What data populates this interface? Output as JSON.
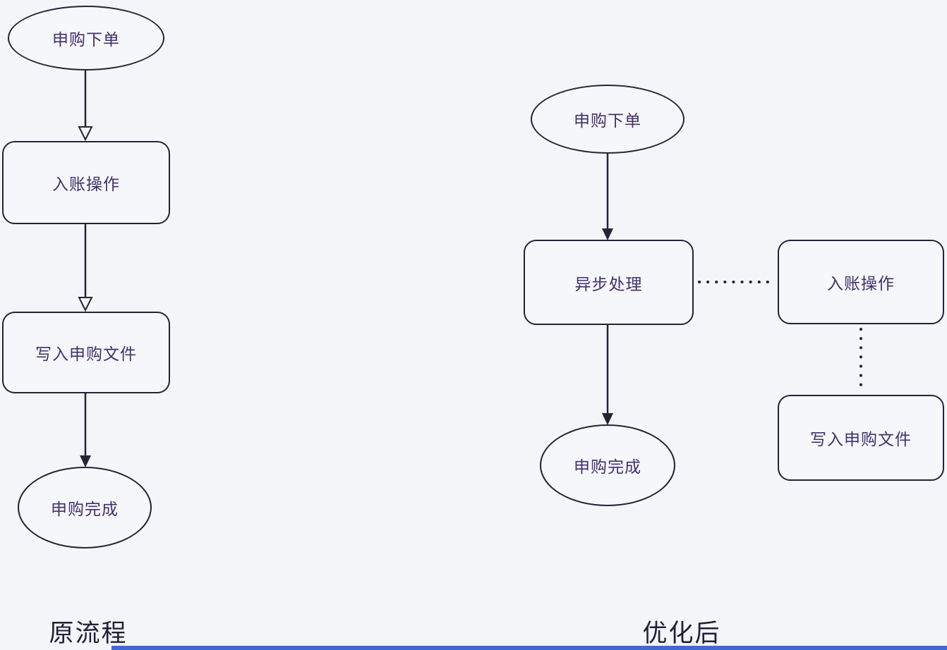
{
  "left": {
    "caption": "原流程",
    "nodes": {
      "start": "申购下单",
      "step1": "入账操作",
      "step2": "写入申购文件",
      "end": "申购完成"
    }
  },
  "right": {
    "caption": "优化后",
    "nodes": {
      "start": "申购下单",
      "async": "异步处理",
      "accounting": "入账操作",
      "write_file": "写入申购文件",
      "end": "申购完成"
    }
  },
  "colors": {
    "background": "#f3f5f8",
    "shape_border": "#242438",
    "shape_text": "#42306b",
    "caption_text": "#20203a",
    "bottom_bar": "#3f6ace"
  }
}
